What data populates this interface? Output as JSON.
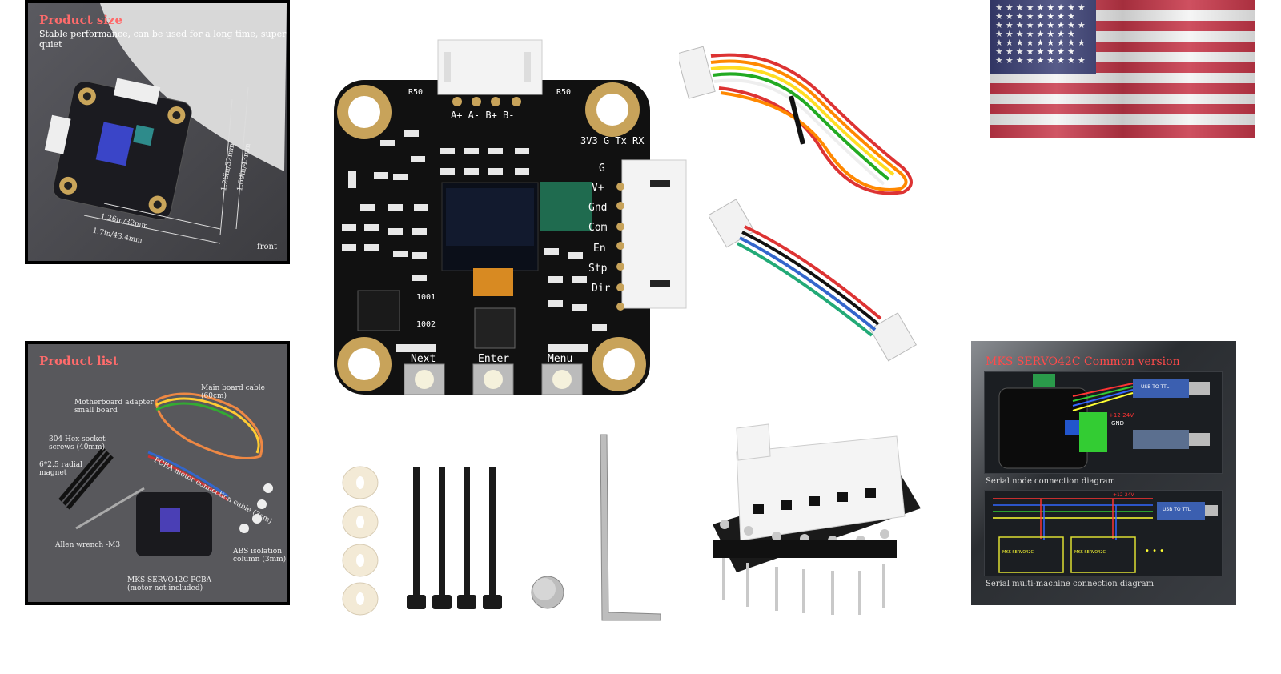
{
  "thumb_size": {
    "title": "Product size",
    "subtitle": "Stable performance, can be used for a long time, super quiet",
    "dim_a": "1.26in/32mm",
    "dim_b": "1.7in/43.4mm",
    "dim_c": "1.26in/32mm",
    "dim_d": "1.69in/43mm",
    "front": "front"
  },
  "thumb_list": {
    "title": "Product list",
    "items": [
      "Motherboard adapter\nsmall board",
      "Main board cable\n(60cm)",
      "304 Hex socket\nscrews (40mm)",
      "6*2.5 radial\nmagnet",
      "PCBA motor connection cable (3cm)",
      "Allen wrench -M3",
      "ABS isolation\ncolumn (3mm)",
      "MKS SERVO42C PCBA\n(motor not included)"
    ]
  },
  "board": {
    "top_pins": "A+ A- B+ B-",
    "serial_pins": "3V3 G Tx RX",
    "side_pins": [
      "G",
      "V+",
      "Gnd",
      "Com",
      "En",
      "Stp",
      "Dir"
    ],
    "buttons": [
      "Next",
      "Enter",
      "Menu"
    ],
    "chip_codes": [
      "1001",
      "1002"
    ],
    "r_codes": [
      "R50",
      "R50"
    ]
  },
  "diagram": {
    "title": "MKS SERVO42C Common version",
    "caption1": "Serial node connection diagram",
    "caption2": "Serial multi-machine connection diagram",
    "usb1": "USB TO TTL",
    "usb2": "USB TO TTL",
    "v1": "+12-24V",
    "g1": "GND",
    "v2": "+12-24V",
    "m1": "MKS SERVO42C",
    "m2": "MKS SERVO42C",
    "dots": "• • •"
  },
  "colors": {
    "title_red": "#ff6b6b",
    "flag_red": "#c8384a",
    "flag_blue": "#3a3f75",
    "pcb": "#111111"
  }
}
